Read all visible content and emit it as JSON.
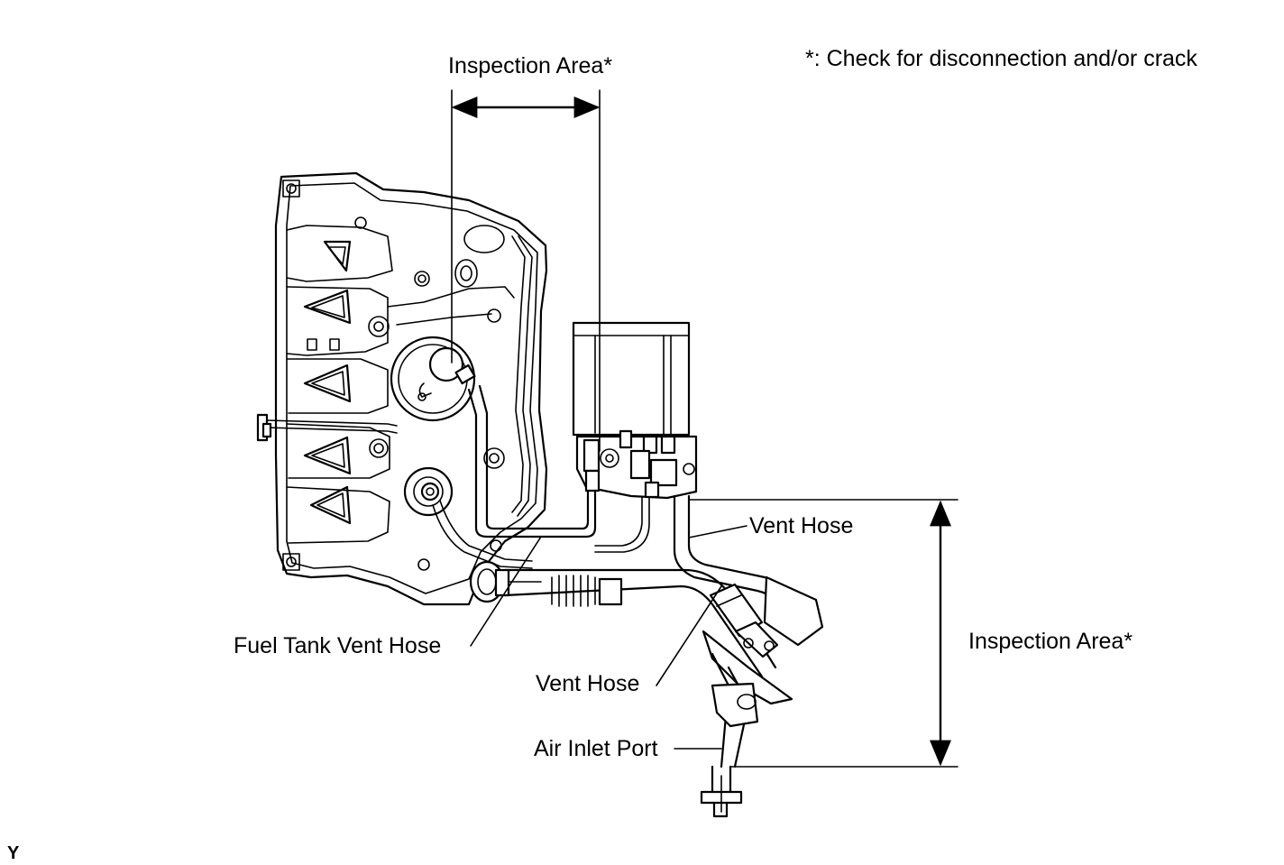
{
  "note": "*: Check for disconnection and/or crack",
  "labels": {
    "inspection_area_top": "Inspection Area*",
    "inspection_area_right": "Inspection Area*",
    "vent_hose_upper": "Vent Hose",
    "vent_hose_lower": "Vent Hose",
    "fuel_tank_vent_hose": "Fuel Tank Vent Hose",
    "air_inlet_port": "Air Inlet Port",
    "corner_code": "Y"
  }
}
